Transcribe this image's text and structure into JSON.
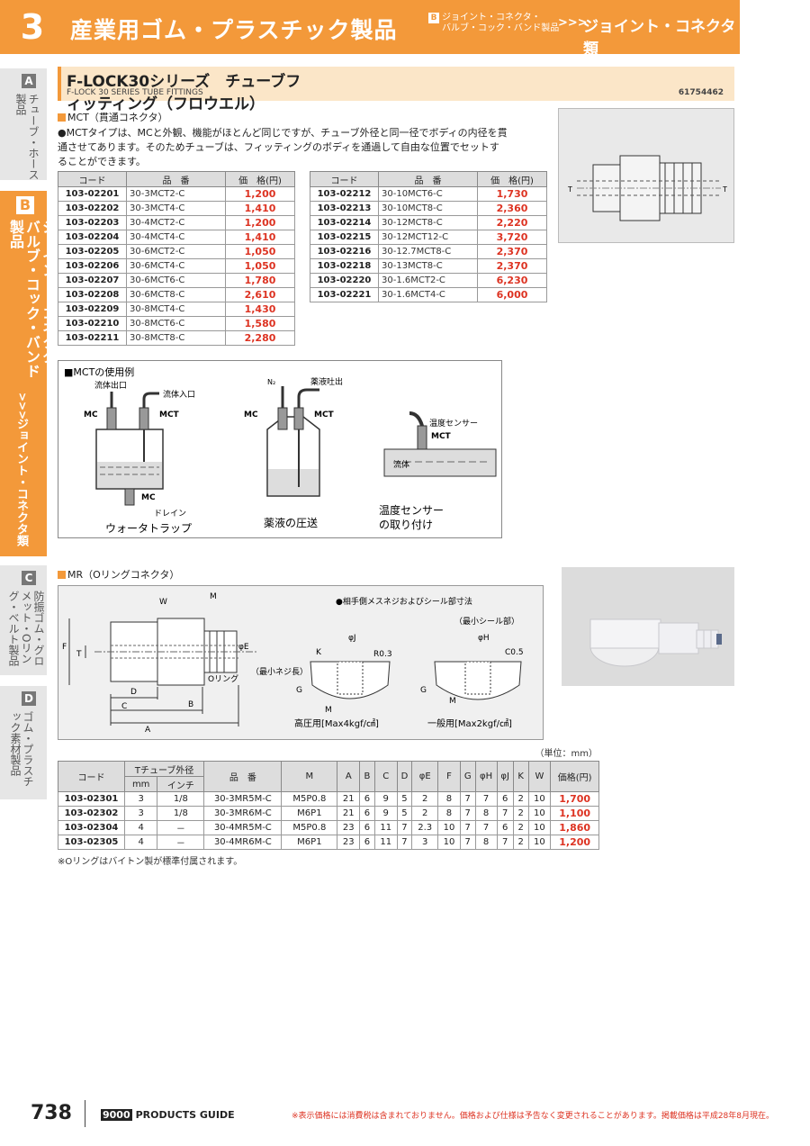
{
  "header": {
    "chapter": "3",
    "title": "産業用ゴム・プラスチック製品",
    "sub_badge": "B",
    "sub_line1": "ジョイント・コネクタ・",
    "sub_line2": "バルブ・コック・バンド製品",
    "arrows": ">>>",
    "current": "ジョイント・コネクタ類"
  },
  "tabs": {
    "a_letter": "A",
    "a_text": "チューブ・ホース製品",
    "b_letter": "B",
    "b_text": "ジョイント・コネクタ・バルブ・コック・バンド製品",
    "b_arrows": ">>>",
    "b_text2": "ジョイント・コネクタ類",
    "c_letter": "C",
    "c_text": "防振ゴム・グロメット・Oリング・ベルト製品",
    "d_letter": "D",
    "d_text": "ゴム・プラスチック素材製品"
  },
  "series": {
    "title": "F-LOCK30シリーズ　チューブフィッティング（フロウエル）",
    "subtitle": "F-LOCK 30 SERIES TUBE FITTINGS",
    "code": "61754462"
  },
  "mct": {
    "heading": "MCT（貫通コネクタ）",
    "description": "●MCTタイプは、MCと外観、機能がほとんど同じですが、チューブ外径と同一径でボディの内径を貫通させてあります。そのためチューブは、フィッティングのボディを通過して自由な位置でセットすることができます。",
    "headers": [
      "コード",
      "品　番",
      "価　格(円)"
    ],
    "table1": [
      [
        "103-02201",
        "30-3MCT2-C",
        "1,200"
      ],
      [
        "103-02202",
        "30-3MCT4-C",
        "1,410"
      ],
      [
        "103-02203",
        "30-4MCT2-C",
        "1,200"
      ],
      [
        "103-02204",
        "30-4MCT4-C",
        "1,410"
      ],
      [
        "103-02205",
        "30-6MCT2-C",
        "1,050"
      ],
      [
        "103-02206",
        "30-6MCT4-C",
        "1,050"
      ],
      [
        "103-02207",
        "30-6MCT6-C",
        "1,780"
      ],
      [
        "103-02208",
        "30-6MCT8-C",
        "2,610"
      ],
      [
        "103-02209",
        "30-8MCT4-C",
        "1,430"
      ],
      [
        "103-02210",
        "30-8MCT6-C",
        "1,580"
      ],
      [
        "103-02211",
        "30-8MCT8-C",
        "2,280"
      ]
    ],
    "table2": [
      [
        "103-02212",
        "30-10MCT6-C",
        "1,730"
      ],
      [
        "103-02213",
        "30-10MCT8-C",
        "2,360"
      ],
      [
        "103-02214",
        "30-12MCT8-C",
        "2,220"
      ],
      [
        "103-02215",
        "30-12MCT12-C",
        "3,720"
      ],
      [
        "103-02216",
        "30-12.7MCT8-C",
        "2,370"
      ],
      [
        "103-02218",
        "30-13MCT8-C",
        "2,370"
      ],
      [
        "103-02220",
        "30-1.6MCT2-C",
        "6,230"
      ],
      [
        "103-02221",
        "30-1.6MCT4-C",
        "6,000"
      ]
    ],
    "usage": {
      "title": "■MCTの使用例",
      "d1_outlet": "流体出口",
      "d1_inlet": "流体入口",
      "d1_mc": "MC",
      "d1_mct": "MCT",
      "d1_drain": "ドレイン",
      "d1_mc2": "MC",
      "d1_caption": "ウォータトラップ",
      "d2_n2": "N₂",
      "d2_spout": "薬液吐出",
      "d2_mc": "MC",
      "d2_mct": "MCT",
      "d2_caption": "薬液の圧送",
      "d3_sensor": "温度センサー",
      "d3_mct": "MCT",
      "d3_fluid": "流体",
      "d3_caption1": "温度センサー",
      "d3_caption2": "の取り付け"
    },
    "photo_labels": {
      "t_left": "T",
      "t_right": "T"
    }
  },
  "mr": {
    "heading": "MR（Oリングコネクタ）",
    "dwg": {
      "w": "W",
      "m": "M",
      "f": "F",
      "t": "T",
      "e": "φE",
      "oring": "Oリング",
      "d": "D",
      "b": "B",
      "c": "C",
      "a": "A",
      "note": "●相手側メスネジおよびシール部寸法",
      "min_seal": "（最小シール部）",
      "phi_j": "φJ",
      "phi_h": "φH",
      "k": "K",
      "r03": "R0.3",
      "c05": "C0.5",
      "min_thread": "（最小ネジ長）",
      "g1": "G",
      "g2": "G",
      "m1": "M",
      "m2": "M",
      "hp": "高圧用[Max4kgf/㎠]",
      "lp": "一般用[Max2kgf/㎠]"
    },
    "unit": "（単位：mm）",
    "headers": [
      "コード",
      "Tチューブ外径",
      "品　番",
      "M",
      "A",
      "B",
      "C",
      "D",
      "φE",
      "F",
      "G",
      "φH",
      "φJ",
      "K",
      "W",
      "価格(円)"
    ],
    "subheaders": [
      "mm",
      "インチ"
    ],
    "rows": [
      [
        "103-02301",
        "3",
        "1/8",
        "30-3MR5M-C",
        "M5P0.8",
        "21",
        "6",
        "9",
        "5",
        "2",
        "8",
        "7",
        "7",
        "6",
        "2",
        "10",
        "1,700"
      ],
      [
        "103-02302",
        "3",
        "1/8",
        "30-3MR6M-C",
        "M6P1",
        "21",
        "6",
        "9",
        "5",
        "2",
        "8",
        "7",
        "8",
        "7",
        "2",
        "10",
        "1,100"
      ],
      [
        "103-02304",
        "4",
        "－",
        "30-4MR5M-C",
        "M5P0.8",
        "23",
        "6",
        "11",
        "7",
        "2.3",
        "10",
        "7",
        "7",
        "6",
        "2",
        "10",
        "1,860"
      ],
      [
        "103-02305",
        "4",
        "－",
        "30-4MR6M-C",
        "M6P1",
        "23",
        "6",
        "11",
        "7",
        "3",
        "10",
        "7",
        "8",
        "7",
        "2",
        "10",
        "1,200"
      ]
    ],
    "note": "※Oリングはバイトン製が標準付属されます。"
  },
  "footer": {
    "page": "738",
    "guide_num": "9000",
    "guide": "PRODUCTS GUIDE",
    "note": "※表示価格には消費税は含まれておりません。価格および仕様は予告なく変更されることがあります。掲載価格は平成28年8月現在。"
  },
  "colors": {
    "accent": "#f3993a",
    "price": "#d32222",
    "bar": "#fbe6c8"
  }
}
